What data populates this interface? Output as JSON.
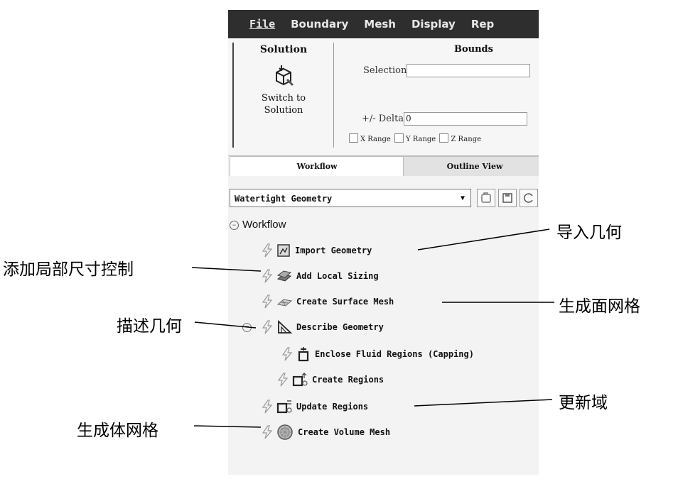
{
  "menubar": {
    "items": [
      {
        "label": "File"
      },
      {
        "label": "Boundary"
      },
      {
        "label": "Mesh"
      },
      {
        "label": "Display"
      },
      {
        "label": "Rep"
      }
    ]
  },
  "ribbon": {
    "solution": {
      "title": "Solution",
      "button_line1": "Switch to",
      "button_line2": "Solution"
    },
    "bounds": {
      "title": "Bounds",
      "selection_label": "Selection",
      "selection_value": "",
      "delta_label": "+/- Delta",
      "delta_value": "0",
      "x_range": "X Range",
      "y_range": "Y Range",
      "z_range": "Z Range"
    }
  },
  "tabs": [
    {
      "label": "Workflow",
      "active": true
    },
    {
      "label": "Outline View",
      "active": false
    }
  ],
  "workflow_type": {
    "selected": "Watertight Geometry"
  },
  "tree": {
    "root_label": "Workflow",
    "steps": [
      {
        "label": "Import Geometry",
        "icon": "import-geometry-icon"
      },
      {
        "label": "Add Local Sizing",
        "icon": "local-sizing-icon"
      },
      {
        "label": "Create Surface Mesh",
        "icon": "surface-mesh-icon"
      },
      {
        "label": "Describe Geometry",
        "icon": "describe-geometry-icon"
      },
      {
        "label": "Enclose Fluid Regions (Capping)",
        "icon": "capping-icon"
      },
      {
        "label": "Create Regions",
        "icon": "create-regions-icon"
      },
      {
        "label": "Update Regions",
        "icon": "update-regions-icon"
      },
      {
        "label": "Create Volume Mesh",
        "icon": "volume-mesh-icon"
      }
    ]
  },
  "callouts": {
    "import_geometry": "导入几何",
    "add_local_sizing": "添加局部尺寸控制",
    "create_surface_mesh": "生成面网格",
    "describe_geometry": "描述几何",
    "update_regions": "更新域",
    "create_volume_mesh": "生成体网格"
  }
}
